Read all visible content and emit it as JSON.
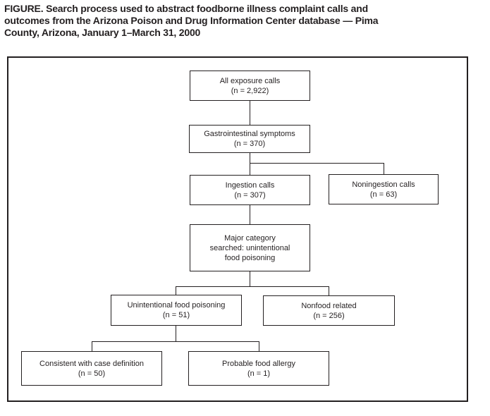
{
  "figure": {
    "title_lines": [
      "FIGURE. Search process used to abstract foodborne illness complaint calls and",
      "outcomes from the Arizona Poison and Drug Information Center database — Pima",
      "County, Arizona, January 1–March 31, 2000"
    ]
  },
  "diagram": {
    "colors": {
      "line": "#231f20",
      "text": "#231f20",
      "background": "#ffffff"
    },
    "nodes": {
      "all_exposure": {
        "label": "All exposure calls",
        "count": "(n = 2,922)"
      },
      "gi_symptoms": {
        "label": "Gastrointestinal symptoms",
        "count": "(n = 370)"
      },
      "ingestion": {
        "label": "Ingestion calls",
        "count": "(n = 307)"
      },
      "noningestion": {
        "label": "Noningestion calls",
        "count": "(n = 63)"
      },
      "major_category": {
        "line1": "Major category",
        "line2": "searched: unintentional",
        "line3": "food poisoning"
      },
      "unintentional_fp": {
        "label": "Unintentional food poisoning",
        "count": "(n = 51)"
      },
      "nonfood": {
        "label": "Nonfood related",
        "count": "(n = 256)"
      },
      "consistent": {
        "label": "Consistent with case definition",
        "count": "(n = 50)"
      },
      "probable": {
        "label": "Probable food allergy",
        "count": "(n = 1)"
      }
    }
  }
}
